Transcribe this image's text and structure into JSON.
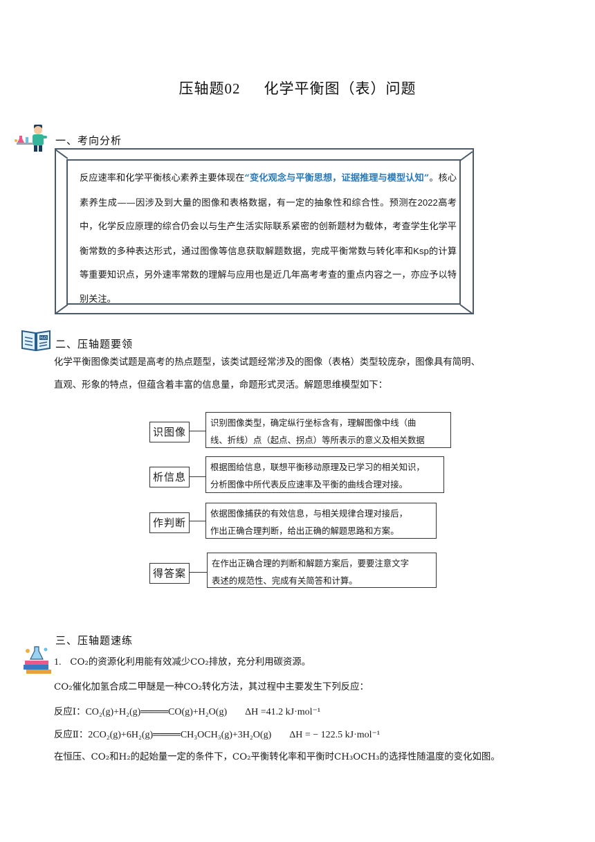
{
  "title": {
    "prefix": "压轴题",
    "number": "02",
    "text": "化学平衡图（表）问题"
  },
  "section1": {
    "heading": "一、考向分析",
    "text_a": "反应速率和化学平衡核心素养主要体现在",
    "text_em": "“变化观念与平衡思想，证据推理与模型认知”",
    "text_b": "。核心素养生成——因涉及到大量的图像和表格数据，有一定的抽象性和综合性。预测在",
    "year": "2022",
    "text_c": "高考中，化学反应原理的综合仍会以与生产生活实际联系紧密的创新题材为载体，考查学生化学平衡常数的多种表达形式，通过图像等信息获取解题数据，完成平衡常数与转化率和",
    "ksp": "Ksp",
    "text_d": "的计算等重要知识点，另外速率常数的理解与应用也是近几年高考考查的重点内容之一，亦应予以特别关注。"
  },
  "section2": {
    "heading": "二、压轴题要领",
    "para_line1": "化学平衡图像类试题是高考的热点题型，该类试题经常涉及的图像（表格）类型较庞杂，图像具有简明、",
    "para_line2": "直观、形象的特点，但蕴含着丰富的信息量，命题形式灵活。解题思维模型如下：",
    "book_icon_text": "H₂O",
    "steps": [
      {
        "label": "识图像",
        "line1": "识别图像类型，确定纵行坐标含有，理解图像中线（曲",
        "line2": "线、折线）点（起点、拐点）等所表示的意义及相关数据"
      },
      {
        "label": "析信息",
        "line1": "根据图给信息，联想平衡移动原理及已学习的相关知识，",
        "line2": "分析图像中所代表反应速率及平衡的曲线合理对接。"
      },
      {
        "label": "作判断",
        "line1": "依据图像捕获的有效信息，与相关规律合理对接后，",
        "line2": "作出正确合理判断，给出正确的解题思路和方案。"
      },
      {
        "label": "得答案",
        "line1": "在作出正确合理的判断和解题方案后，要要注意文字",
        "line2": "表述的规范性、完成有关简答和计算。"
      }
    ]
  },
  "section3": {
    "heading": "三、压轴题速练",
    "q_num": "1.",
    "q_text": "CO₂的资源化利用能有效减少CO₂排放，充分利用碳资源。",
    "line2": "CO₂催化加氢合成二甲醚是一种CO₂转化方法，其过程中主要发生下列反应：",
    "r1_label": "反应Ⅰ：",
    "r1_eq": "CO₂(g)+H₂(g)════CO(g)+H₂O(g)",
    "r1_dh": "ΔH =41.2 kJ·mol⁻¹",
    "r2_label": "反应Ⅱ：",
    "r2_eq": "2CO₂(g)+6H₂(g)════CH₃OCH₃(g)+3H₂O(g)",
    "r2_dh": "ΔH = − 122.5 kJ·mol⁻¹",
    "line5": "在恒压、CO₂和H₂的起始量一定的条件下，CO₂平衡转化率和平衡时CH₃OCH₃的选择性随温度的变化如图。"
  }
}
